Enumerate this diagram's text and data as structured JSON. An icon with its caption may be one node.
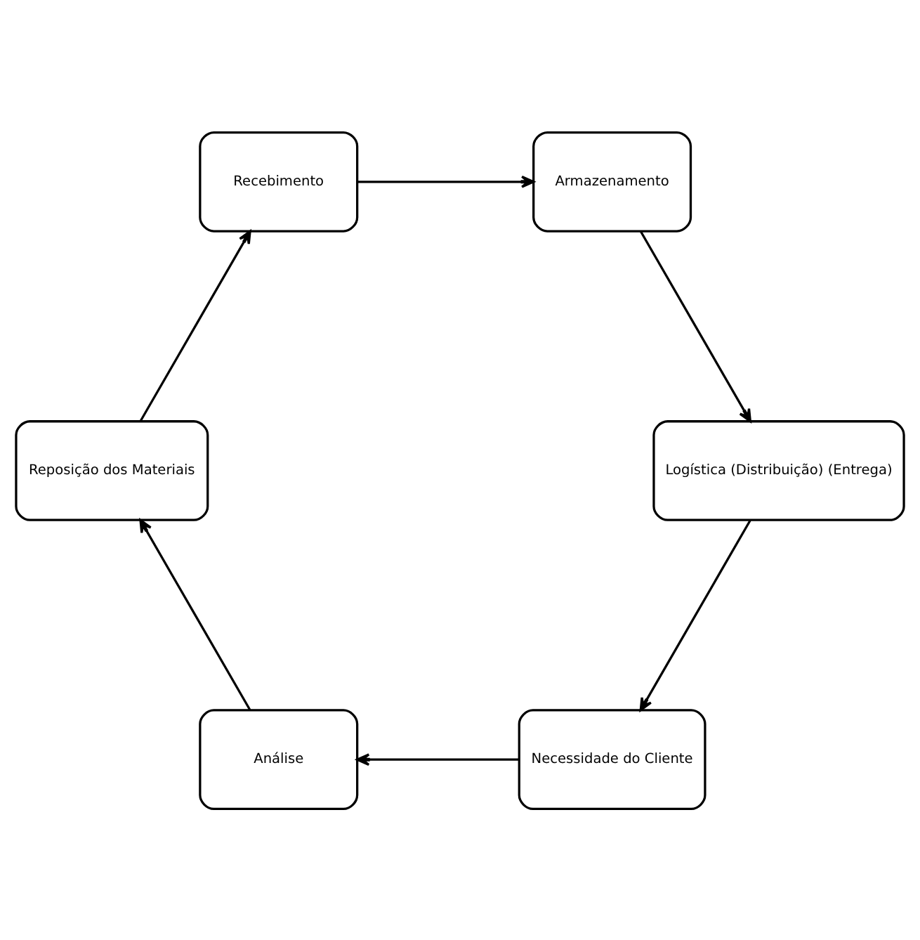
{
  "diagram": {
    "nodes": [
      {
        "text": [
          "Necessidade do Cliente"
        ]
      },
      {
        "text": [
          "Análise"
        ]
      },
      {
        "text": [
          "Reposição dos Materiais"
        ]
      },
      {
        "text": [
          "Recebimento"
        ]
      },
      {
        "text": [
          "Armazenamento"
        ]
      },
      {
        "text": [
          "Logística (Distribuição) (Entrega)"
        ]
      }
    ],
    "edges": [
      {
        "from": 0,
        "to": 1,
        "arrow": "to"
      },
      {
        "from": 1,
        "to": 2,
        "arrow": "to"
      },
      {
        "from": 2,
        "to": 3,
        "arrow": "to"
      },
      {
        "from": 3,
        "to": 4,
        "arrow": "to"
      },
      {
        "from": 4,
        "to": 5,
        "arrow": "to"
      },
      {
        "from": 5,
        "to": 0,
        "arrow": "to"
      }
    ]
  }
}
